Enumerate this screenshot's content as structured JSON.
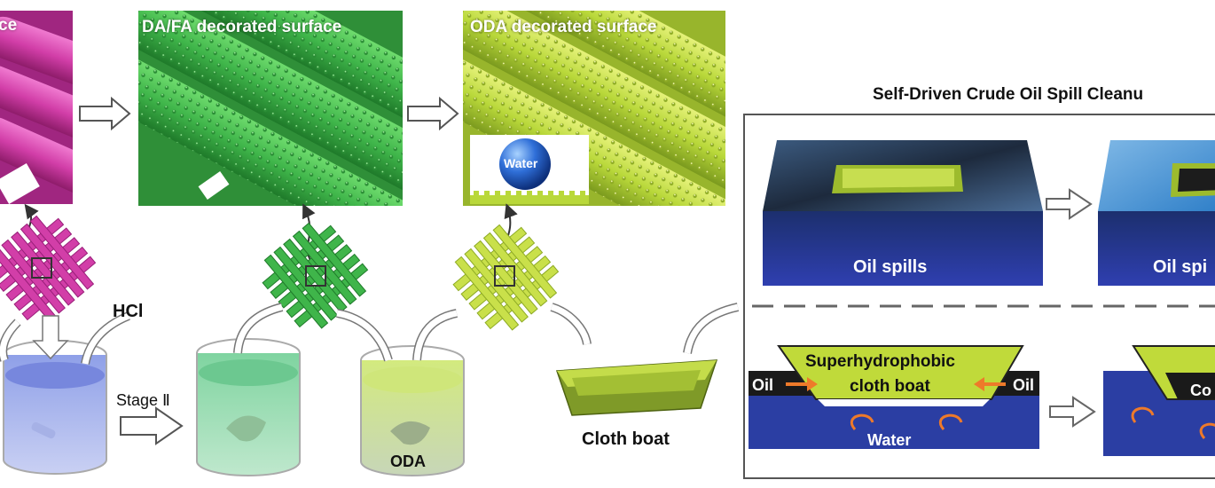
{
  "panels": {
    "pink_title": "ce",
    "green_title": "DA/FA decorated surface",
    "lime_title": "ODA decorated surface",
    "water_drop_label": "Water"
  },
  "process": {
    "hcl_label": "HCl",
    "stage_label": "Stage Ⅱ",
    "oda_label": "ODA",
    "cloth_boat_label": "Cloth boat"
  },
  "cleanup": {
    "title": "Self-Driven Crude Oil Spill Cleanu",
    "oil_spills_label_1": "Oil spills",
    "oil_spills_label_2": "Oil spi",
    "oil_left": "Oil",
    "oil_right": "Oil",
    "boat_label_line1": "Superhydrophobic",
    "boat_label_line2": "cloth boat",
    "water_label": "Water",
    "cut_label": "Co"
  },
  "colors": {
    "pink": "#d23ea8",
    "green": "#3fb54a",
    "lime": "#b9d83a",
    "water_blue": "#2a3d9e",
    "arrow_orange": "#ee7a2a"
  }
}
